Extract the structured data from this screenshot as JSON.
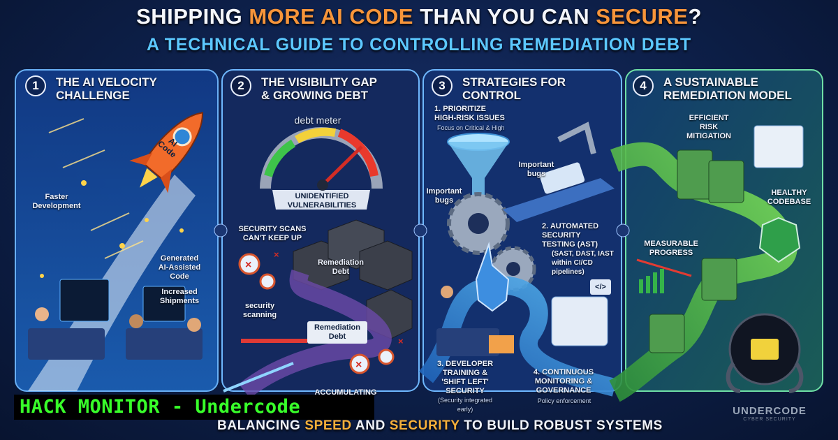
{
  "header": {
    "title_part1": "SHIPPING ",
    "title_highlight1": "MORE AI CODE",
    "title_part2": " THAN YOU CAN ",
    "title_highlight2": "SECURE",
    "title_part3": "?",
    "subtitle": "A TECHNICAL GUIDE TO CONTROLLING REMEDIATION DEBT"
  },
  "panels": [
    {
      "number": "1",
      "title_line1": "THE AI VELOCITY",
      "title_line2": "CHALLENGE",
      "rocket_label_1": "AI",
      "rocket_label_2": "Code",
      "labels": {
        "faster_development": [
          "Faster",
          "Development"
        ],
        "generated_code": [
          "Generated",
          "AI-Assisted",
          "Code"
        ],
        "increased_shipments": [
          "Increased",
          "Shipments"
        ]
      }
    },
    {
      "number": "2",
      "title_line1": "THE VISIBILITY GAP",
      "title_line2": "& GROWING DEBT",
      "gauge_label": "debt meter",
      "gauge_caption": [
        "UNIDENTIFIED",
        "VULNERABILITIES"
      ],
      "labels": {
        "scans": [
          "SECURITY SCANS",
          "CAN'T KEEP UP"
        ],
        "remediation_debt_box": [
          "Remediation",
          "Debt"
        ],
        "security_scanning": [
          "security",
          "scanning"
        ],
        "remediation_debt_sign": [
          "Remediation",
          "Debt"
        ],
        "accumulating": "ACCUMULATING"
      }
    },
    {
      "number": "3",
      "title_line1": "STRATEGIES FOR",
      "title_line2": "CONTROL",
      "labels": {
        "prioritize": [
          "1. PRIORITIZE",
          "HIGH-RISK ISSUES"
        ],
        "prioritize_sub": "Focus on Critical & High",
        "important_bugs_right": [
          "Important",
          "bugs"
        ],
        "important_bugs_left": [
          "Important",
          "bugs"
        ],
        "ast": [
          "2. AUTOMATED",
          "SECURITY",
          "TESTING (AST)"
        ],
        "ast_sub": [
          "(SAST, DAST, IAST",
          "within CI/CD",
          "pipelines)"
        ],
        "training": [
          "3. DEVELOPER",
          "TRAINING &",
          "'SHIFT LEFT'",
          "SECURITY"
        ],
        "training_sub": [
          "(Security integrated",
          "early)"
        ],
        "monitoring": [
          "4. CONTINUOUS",
          "MONITORING &",
          "GOVERNANCE"
        ],
        "monitoring_sub": "Policy enforcement",
        "code_tag": "</>"
      }
    },
    {
      "number": "4",
      "title_line1": "A SUSTAINABLE",
      "title_line2": "REMEDIATION MODEL",
      "labels": {
        "efficient": [
          "EFFICIENT",
          "RISK",
          "MITIGATION"
        ],
        "healthy": [
          "HEALTHY",
          "CODEBASE"
        ],
        "measurable": [
          "MEASURABLE",
          "PROGRESS"
        ]
      }
    }
  ],
  "footer": {
    "part1": "BALANCING ",
    "hl1": "SPEED",
    "part2": " AND ",
    "hl2": "SECURITY",
    "part3": " TO BUILD ROBUST SYSTEMS"
  },
  "banner": "HACK MONITOR - Undercode",
  "brand": {
    "name": "UNDERCODE",
    "tagline": "CYBER SECURITY"
  },
  "colors": {
    "accent_orange": "#f7953a",
    "accent_cyan": "#5cc8ff",
    "banner_green": "#38ff2a",
    "path_green": "#4fc64a"
  }
}
